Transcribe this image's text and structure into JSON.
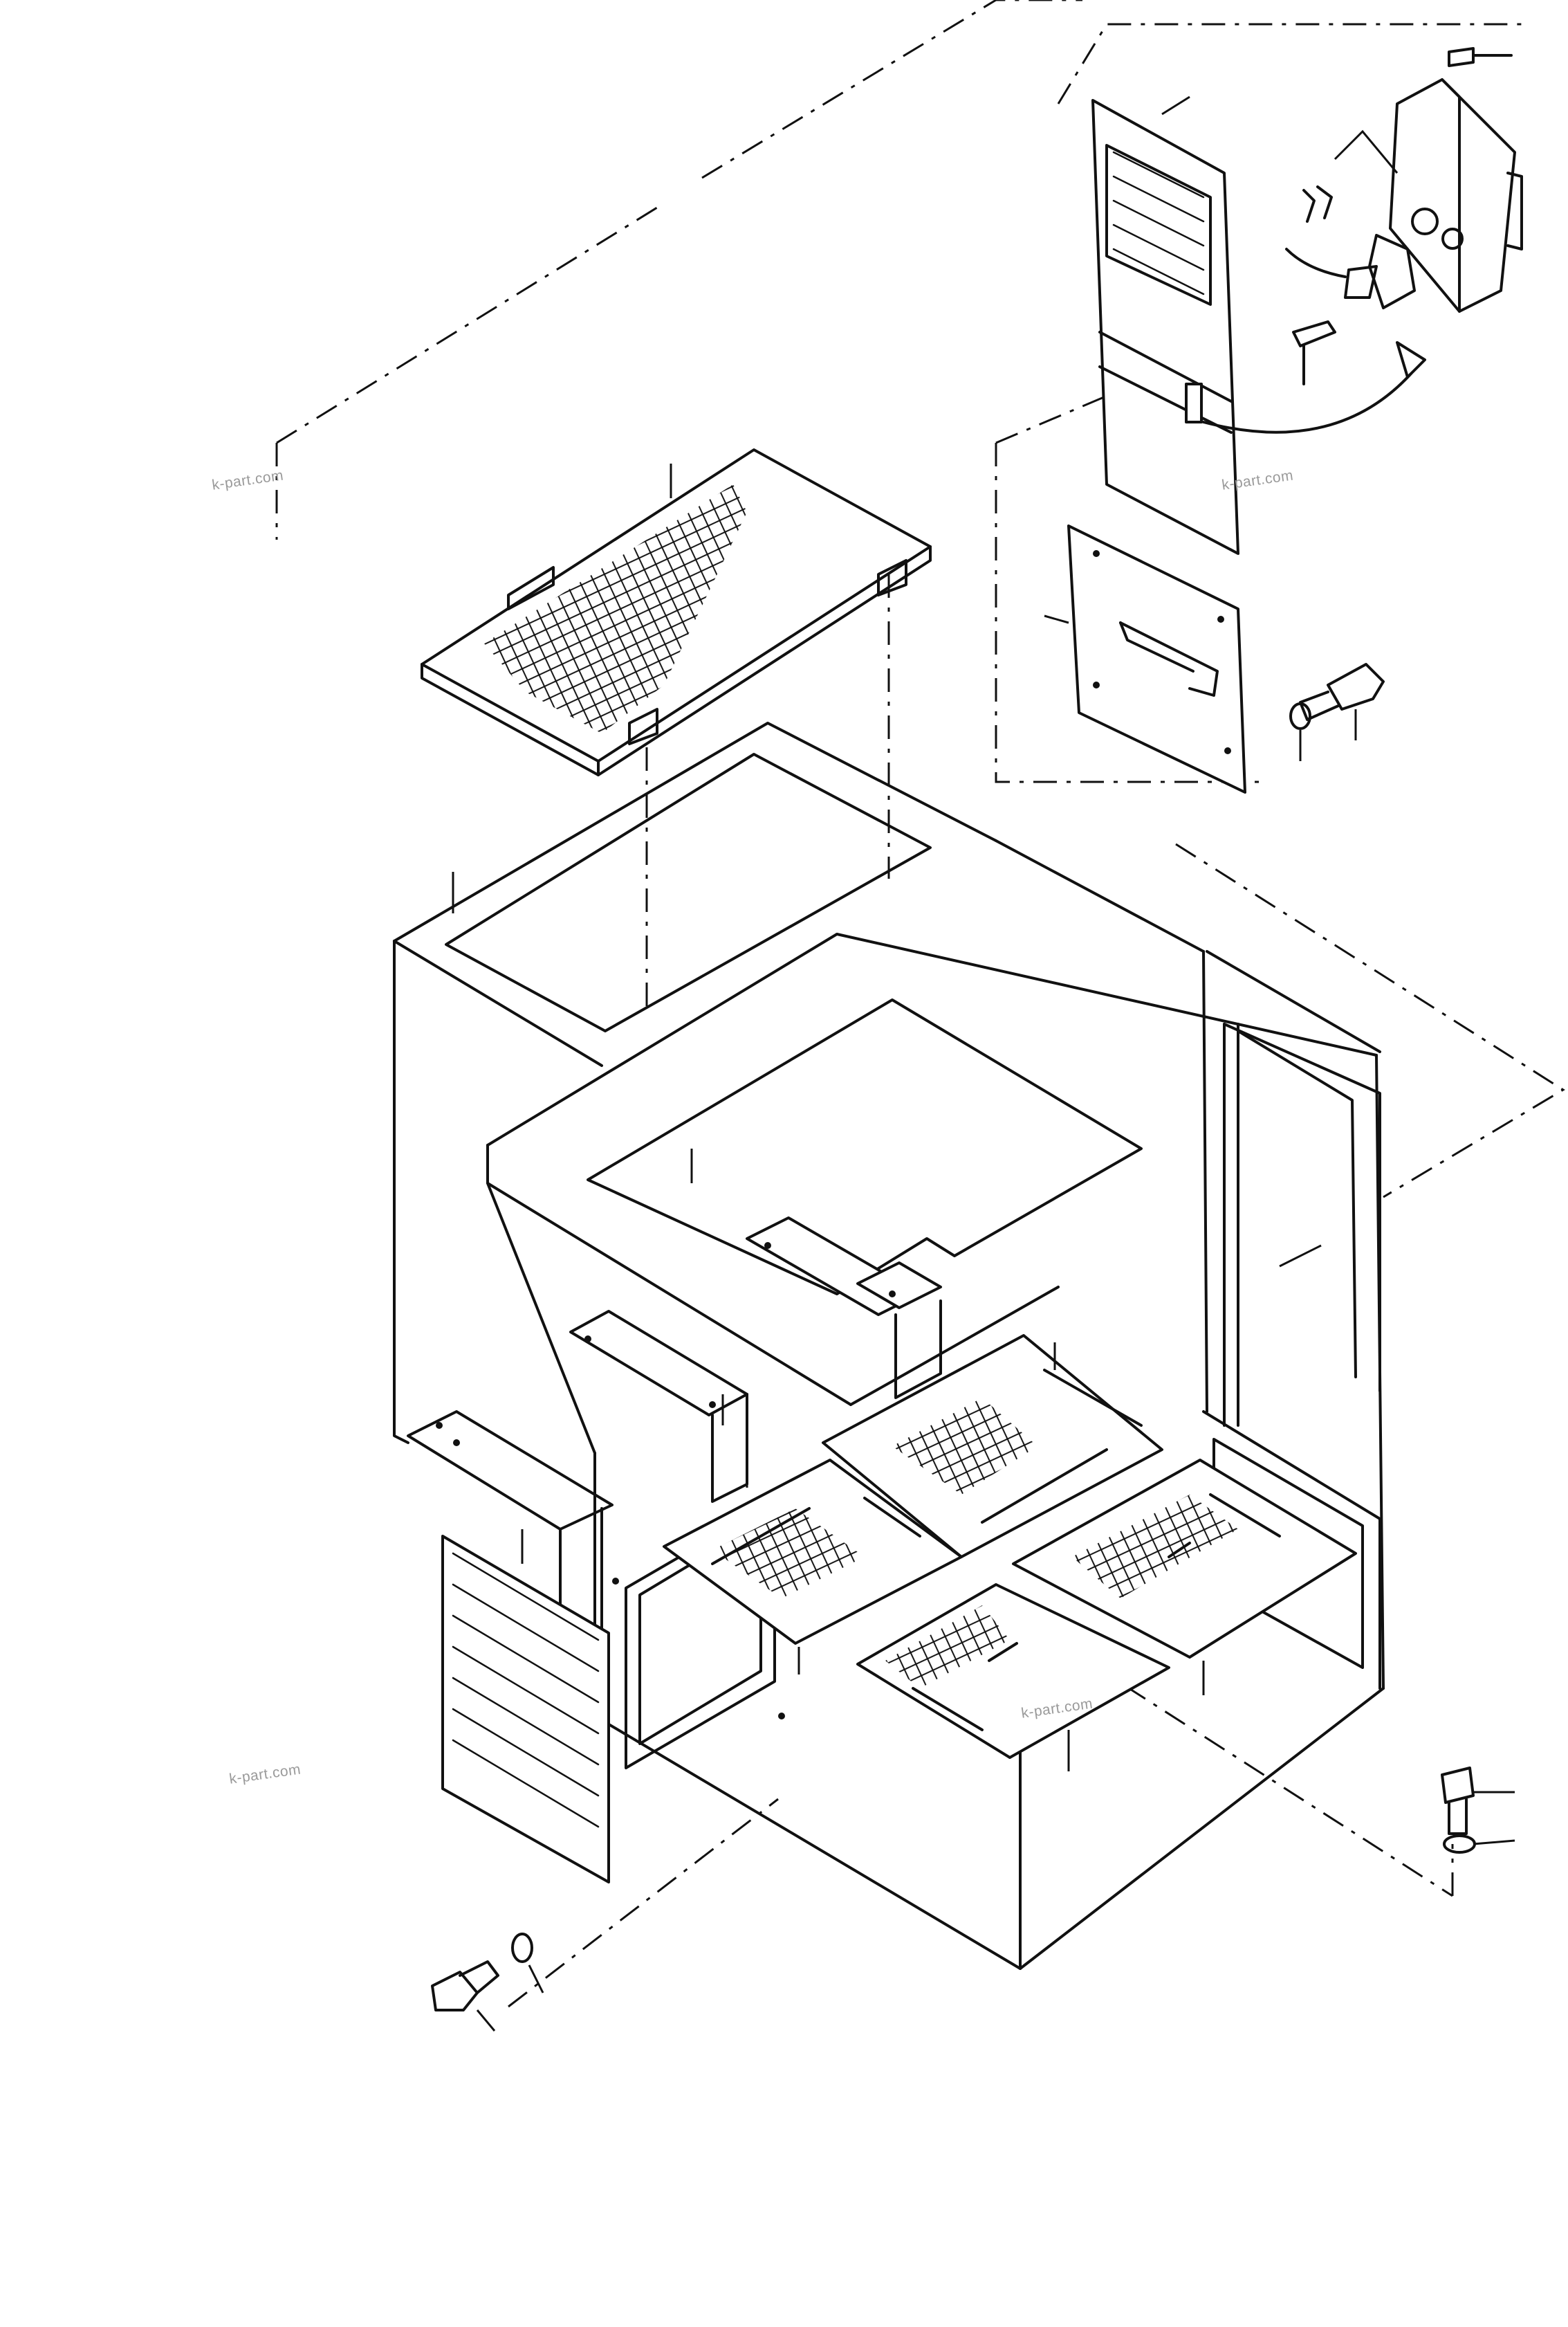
{
  "watermarks": [
    "k-part.com",
    "k-part.com",
    "k-part.com",
    "k-part.com"
  ],
  "colors": {
    "line": "#111111",
    "background": "#ffffff",
    "watermark": "#9a9a9a"
  }
}
